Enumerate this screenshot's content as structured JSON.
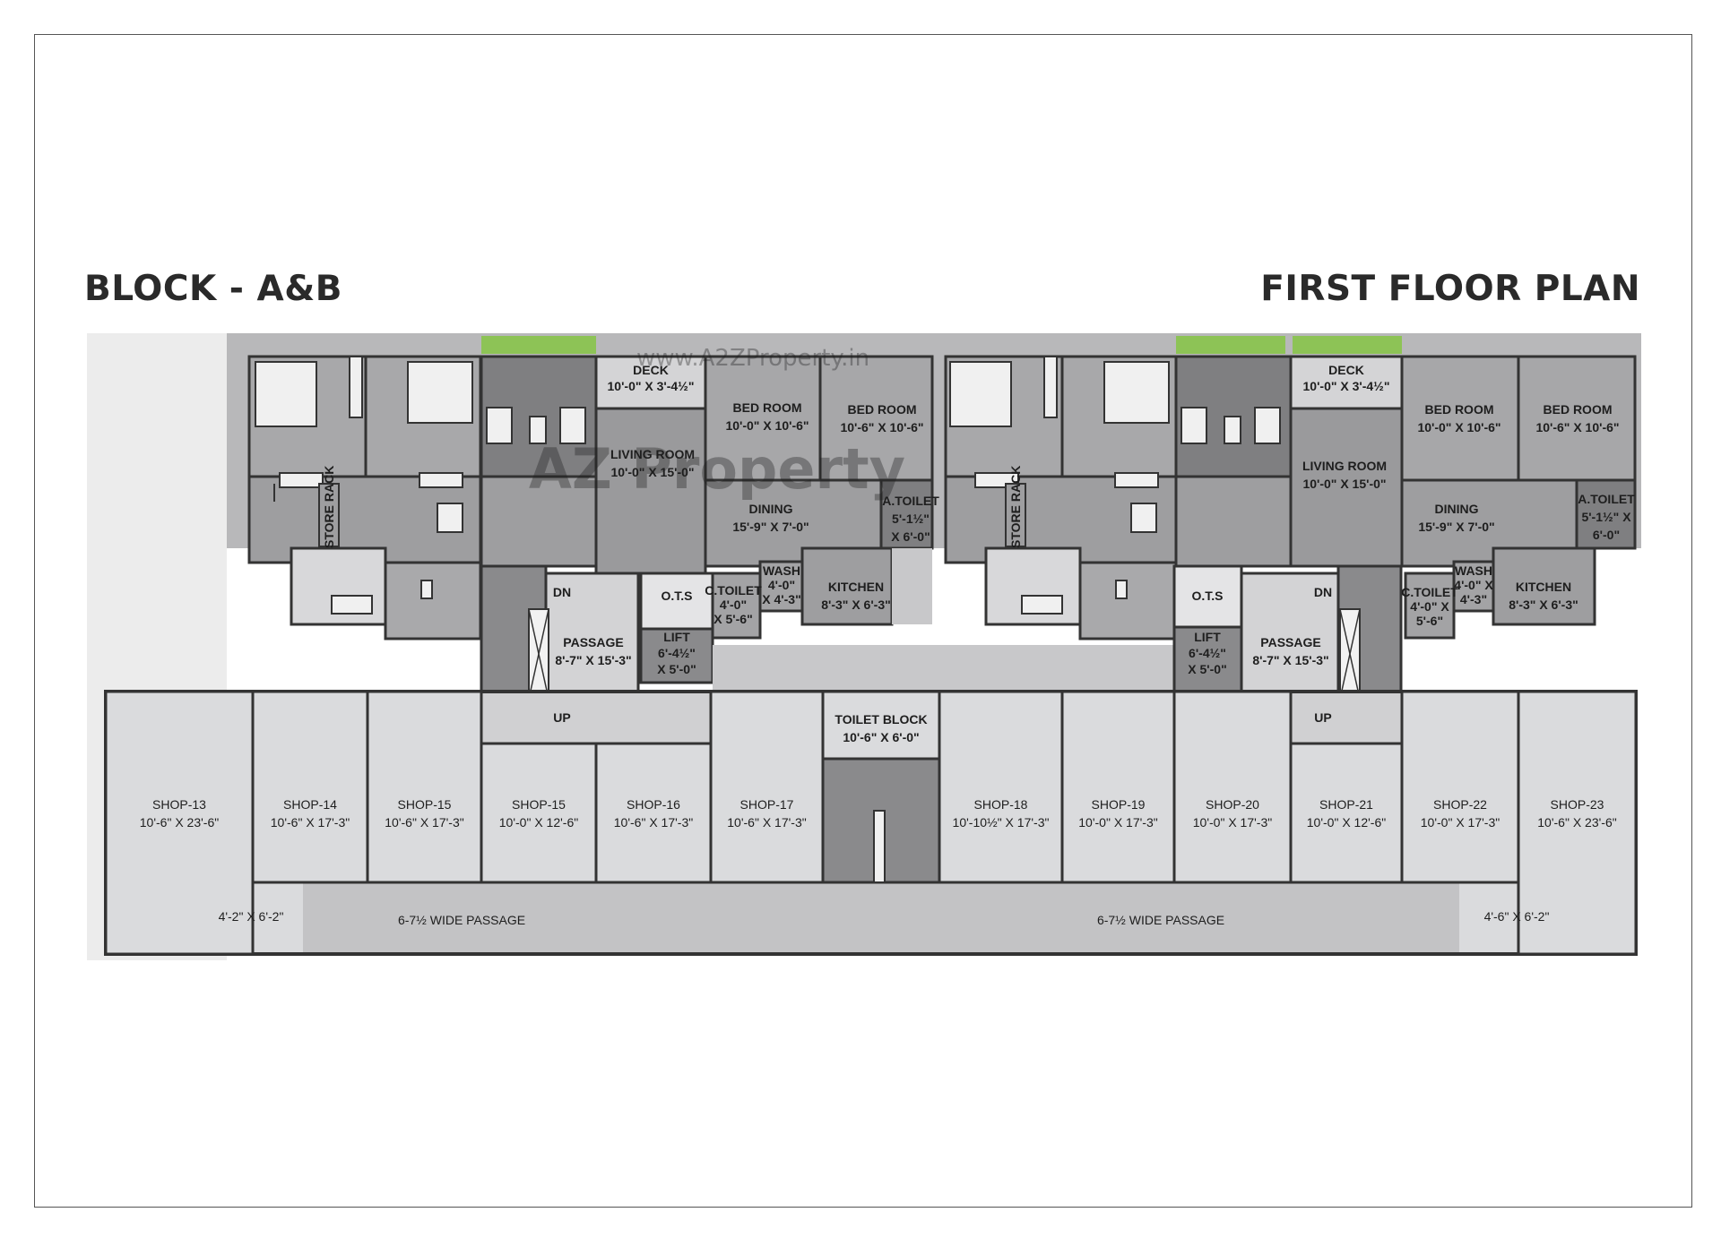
{
  "headings": {
    "block": "BLOCK - A&B",
    "plan": "FIRST FLOOR PLAN"
  },
  "watermark": {
    "logo": "AZ Property",
    "url": "www.A2ZProperty.in"
  },
  "colors": {
    "frame": "#555555",
    "wall": "#3a3a3a",
    "room_dark": "#7e7e7e",
    "room_mid": "#a6a6a6",
    "room_light": "#d2d2d4",
    "shop": "#dadbdd",
    "passage": "#c2c2c4",
    "green_strip": "#8dc356"
  },
  "units": [
    {
      "id": "left",
      "deck": [
        "DECK",
        "10'-0\" X 3'-4½\""
      ],
      "bedroom_1": [
        "BED ROOM",
        "10'-0\" X 10'-6\""
      ],
      "bedroom_2": [
        "BED ROOM",
        "10'-6\" X 10'-6\""
      ],
      "living": [
        "LIVING ROOM",
        "10'-0\" X 15'-0\""
      ],
      "dining": [
        "DINING",
        "15'-9\" X 7'-0\""
      ],
      "a_toilet": [
        "A.TOILET",
        "5'-1½\"",
        "X 6'-0\""
      ],
      "c_toilet": [
        "C.TOILET",
        "4'-0\"",
        "X 5'-6\""
      ],
      "wash": [
        "WASH",
        "4'-0\"",
        "X 4'-3\""
      ],
      "kitchen": [
        "KITCHEN",
        "8'-3\" X 6'-3\""
      ],
      "ots": "O.T.S",
      "lift": [
        "LIFT",
        "6'-4½\"",
        "X 5'-0\""
      ],
      "passage": [
        "PASSAGE",
        "8'-7\" X 15'-3\""
      ],
      "dn": "DN",
      "up": "UP",
      "store_rack": "STORE RACK"
    },
    {
      "id": "right",
      "deck": [
        "DECK",
        "10'-0\" X 3'-4½\""
      ],
      "bedroom_1": [
        "BED ROOM",
        "10'-0\" X 10'-6\""
      ],
      "bedroom_2": [
        "BED ROOM",
        "10'-6\" X 10'-6\""
      ],
      "living": [
        "LIVING ROOM",
        "10'-0\" X 15'-0\""
      ],
      "dining": [
        "DINING",
        "15'-9\" X 7'-0\""
      ],
      "a_toilet": [
        "A.TOILET",
        "5'-1½\" X",
        "6'-0\""
      ],
      "c_toilet": [
        "C.TOILET",
        "4'-0\" X",
        "5'-6\""
      ],
      "wash": [
        "WASH",
        "4'-0\" X",
        "4'-3\""
      ],
      "kitchen": [
        "KITCHEN",
        "8'-3\" X 6'-3\""
      ],
      "ots": "O.T.S",
      "lift": [
        "LIFT",
        "6'-4½\"",
        "X 5'-0\""
      ],
      "passage": [
        "PASSAGE",
        "8'-7\" X 15'-3\""
      ],
      "dn": "DN",
      "up": "UP",
      "store_rack": "STORE RACK"
    }
  ],
  "toilet_block": [
    "TOILET BLOCK",
    "10'-6\" X 6'-0\""
  ],
  "shops": [
    {
      "name": "SHOP-13",
      "size": "10'-6\" X 23'-6\""
    },
    {
      "name": "SHOP-14",
      "size": "10'-6\" X 17'-3\""
    },
    {
      "name": "SHOP-15",
      "size": "10'-6\" X 17'-3\""
    },
    {
      "name": "SHOP-15",
      "size": "10'-0\" X 12'-6\""
    },
    {
      "name": "SHOP-16",
      "size": "10'-6\" X 17'-3\""
    },
    {
      "name": "SHOP-17",
      "size": "10'-6\" X 17'-3\""
    },
    {
      "name": "SHOP-18",
      "size": "10'-10½\" X 17'-3\""
    },
    {
      "name": "SHOP-19",
      "size": "10'-0\" X 17'-3\""
    },
    {
      "name": "SHOP-20",
      "size": "10'-0\" X 17'-3\""
    },
    {
      "name": "SHOP-21",
      "size": "10'-0\" X 12'-6\""
    },
    {
      "name": "SHOP-22",
      "size": "10'-0\" X 17'-3\""
    },
    {
      "name": "SHOP-23",
      "size": "10'-6\" X 23'-6\""
    }
  ],
  "passage": {
    "left_opening": "4'-2\" X 6'-2\"",
    "right_opening": "4'-6\" X 6'-2\"",
    "wide_left": "6-7½ WIDE PASSAGE",
    "wide_right": "6-7½ WIDE PASSAGE"
  }
}
